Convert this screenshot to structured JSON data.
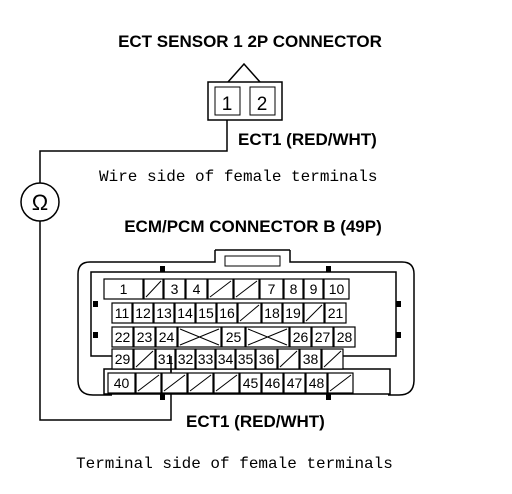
{
  "sensor": {
    "title": "ECT SENSOR 1 2P CONNECTOR",
    "pins": [
      "1",
      "2"
    ],
    "wire_label": "ECT1 (RED/WHT)",
    "caption": "Wire side of female terminals"
  },
  "meter": {
    "symbol": "Ω"
  },
  "ecm": {
    "title": "ECM/PCM CONNECTOR B (49P)",
    "wire_label": "ECT1 (RED/WHT)",
    "caption": "Terminal side of female terminals",
    "rows": [
      [
        "1",
        "/",
        "3",
        "4",
        "/",
        "/",
        "7",
        "8",
        "9",
        "10"
      ],
      [
        "11",
        "12",
        "13",
        "14",
        "15",
        "16",
        "/",
        "18",
        "19",
        "/",
        "21"
      ],
      [
        "22",
        "23",
        "24",
        "X",
        "25",
        "X",
        "26",
        "27",
        "28"
      ],
      [
        "29",
        "/",
        "31",
        "32",
        "33",
        "34",
        "35",
        "36",
        "/",
        "38",
        "/"
      ],
      [
        "40",
        "/",
        "/",
        "/",
        "/",
        "45",
        "46",
        "47",
        "48",
        "/"
      ]
    ]
  }
}
